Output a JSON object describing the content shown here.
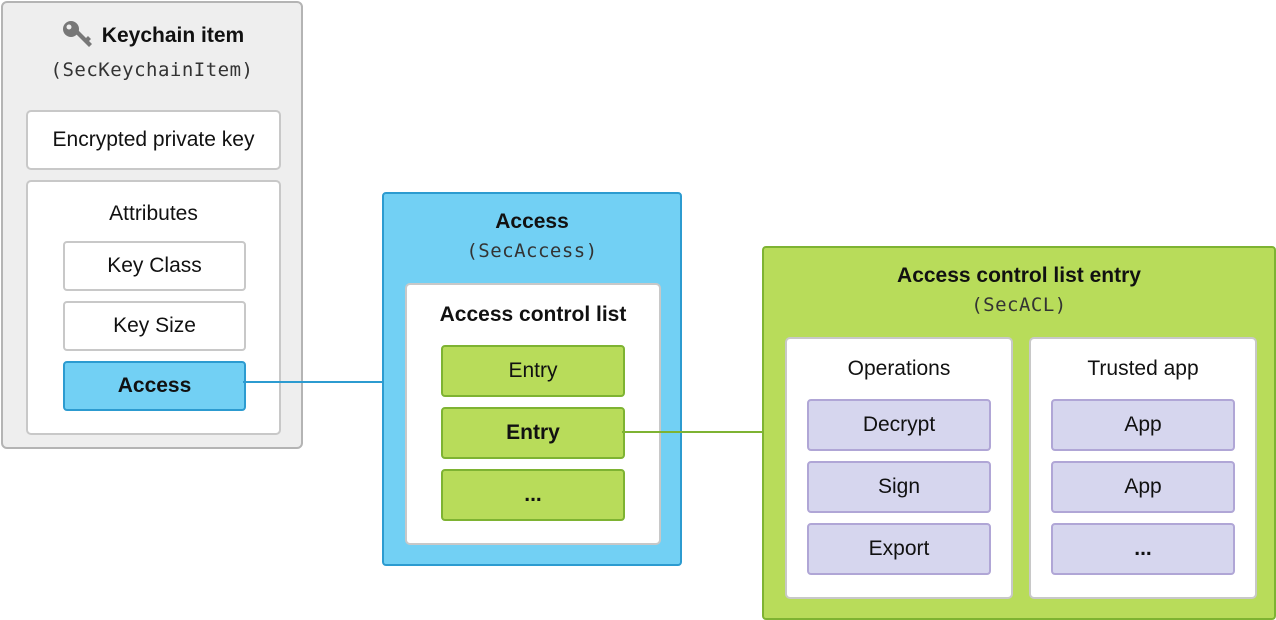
{
  "keychain": {
    "title": "Keychain item",
    "type_name": "(SecKeychainItem)",
    "encrypted_key_label": "Encrypted private key",
    "attributes": {
      "title": "Attributes",
      "items": [
        "Key Class",
        "Key Size",
        "Access"
      ]
    }
  },
  "access": {
    "title": "Access",
    "type_name": "(SecAccess)",
    "acl": {
      "title": "Access control list",
      "entries": [
        "Entry",
        "Entry",
        "..."
      ]
    }
  },
  "acl_entry": {
    "title": "Access control list entry",
    "type_name": "(SecACL)",
    "operations": {
      "title": "Operations",
      "items": [
        "Decrypt",
        "Sign",
        "Export"
      ]
    },
    "trusted_app": {
      "title": "Trusted app",
      "items": [
        "App",
        "App",
        "..."
      ]
    }
  },
  "colors": {
    "keychain_bg": "#eeeeee",
    "access_blue": "#72d0f4",
    "acl_green": "#b8dc5a",
    "operation_purple": "#d6d6ee"
  },
  "icons": {
    "keychain": "key-icon"
  }
}
